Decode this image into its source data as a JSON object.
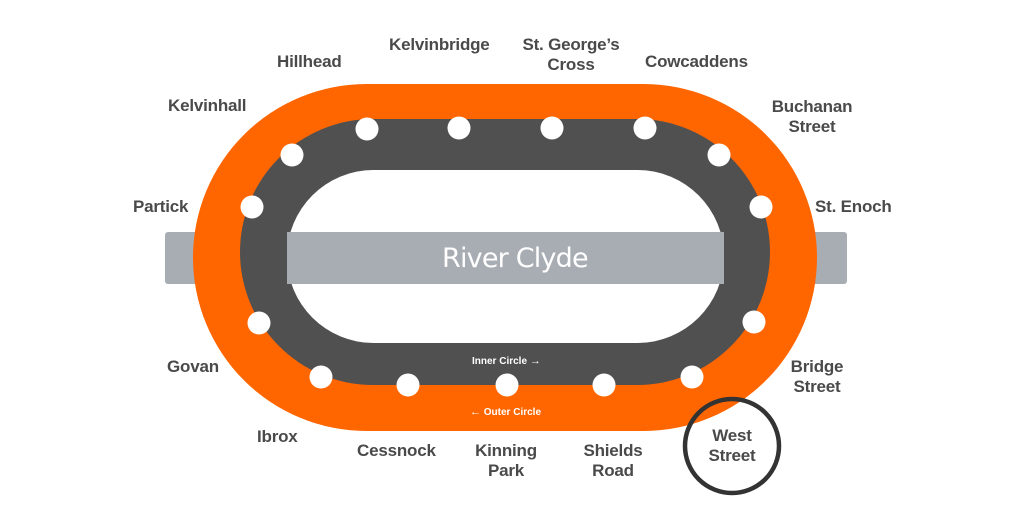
{
  "river": {
    "name": "River Clyde"
  },
  "colors": {
    "outer_circle": "#ff6600",
    "inner_circle": "#505050",
    "river": "#a8adb3",
    "station": "#ffffff",
    "label": "#4a4a4a",
    "highlight_ring": "#333333"
  },
  "directions": {
    "inner": {
      "label": "Inner Circle",
      "arrow": "→"
    },
    "outer": {
      "label": "Outer Circle",
      "arrow": "←"
    }
  },
  "stations": [
    {
      "line1": "Partick",
      "line2": ""
    },
    {
      "line1": "Kelvinhall",
      "line2": ""
    },
    {
      "line1": "Hillhead",
      "line2": ""
    },
    {
      "line1": "Kelvinbridge",
      "line2": ""
    },
    {
      "line1": "St. George’s",
      "line2": "Cross"
    },
    {
      "line1": "Cowcaddens",
      "line2": ""
    },
    {
      "line1": "Buchanan",
      "line2": "Street"
    },
    {
      "line1": "St. Enoch",
      "line2": ""
    },
    {
      "line1": "Bridge",
      "line2": "Street"
    },
    {
      "line1": "West",
      "line2": "Street"
    },
    {
      "line1": "Shields",
      "line2": "Road"
    },
    {
      "line1": "Kinning",
      "line2": "Park"
    },
    {
      "line1": "Cessnock",
      "line2": ""
    },
    {
      "line1": "Ibrox",
      "line2": ""
    },
    {
      "line1": "Govan",
      "line2": ""
    }
  ],
  "highlighted_station": "West Street"
}
